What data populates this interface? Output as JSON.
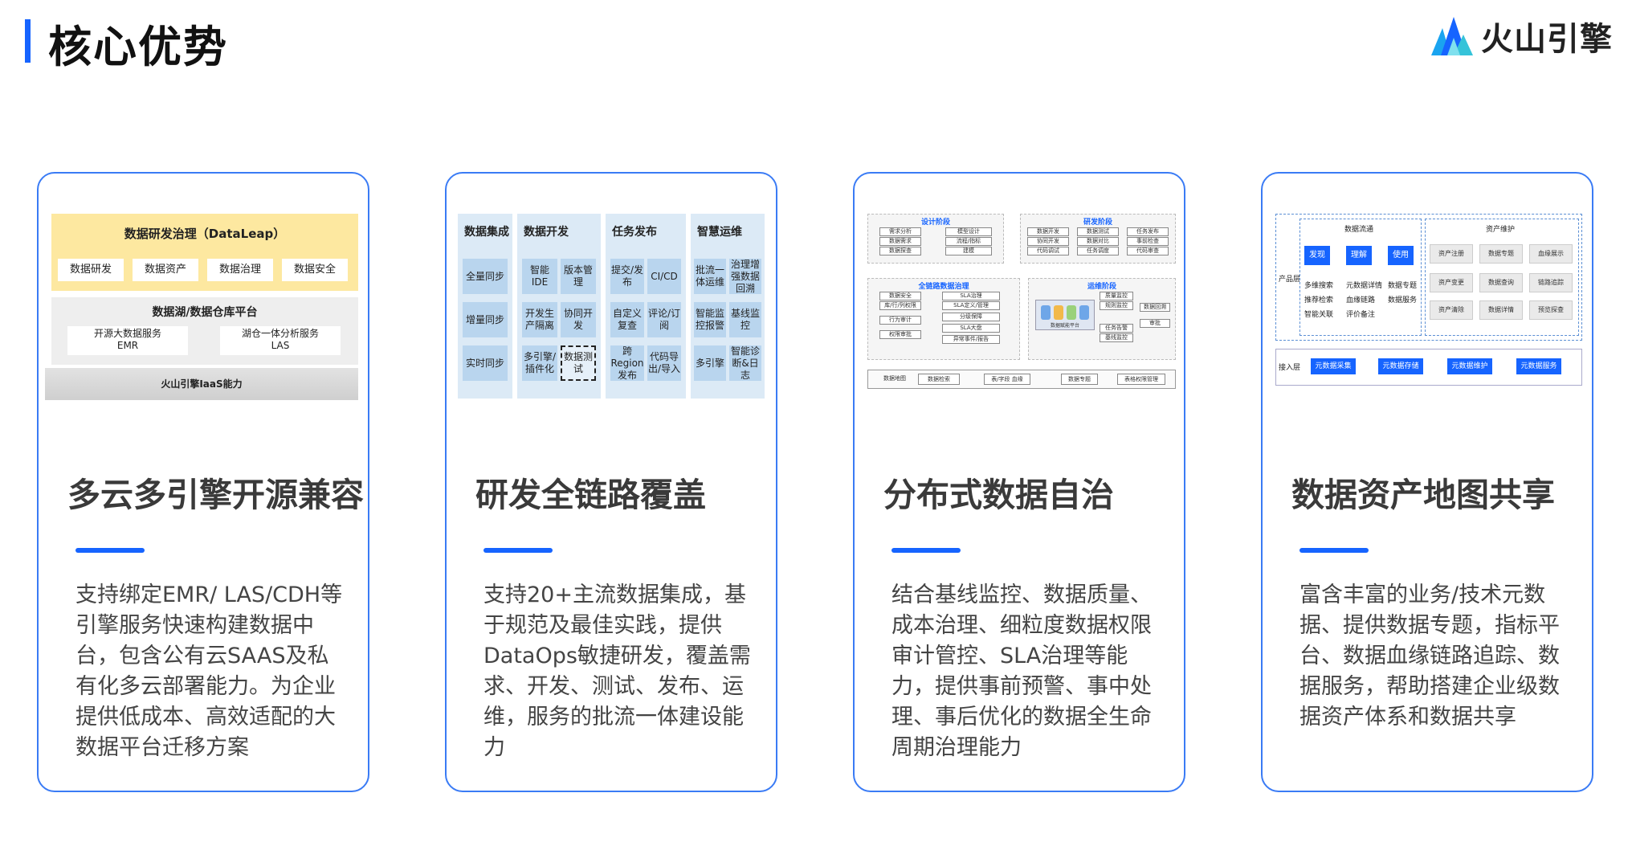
{
  "header": {
    "title": "核心优势",
    "logo_text": "火山引擎"
  },
  "cards": [
    {
      "title": "多云多引擎开源兼容",
      "desc": "支持绑定EMR/ LAS/CDH等引擎服务快速构建数据中台，包含公有云SAAS及私有化多云部署能力。为企业提供低成本、高效适配的大数据平台迁移方案",
      "diagram": {
        "top_title": "数据研发治理（DataLeap）",
        "top_buttons": [
          "数据研发",
          "数据资产",
          "数据治理",
          "数据安全"
        ],
        "mid_title": "数据湖/数据仓库平台",
        "mid_box1": "开源大数据服务",
        "mid_box1_sub": "EMR",
        "mid_box2": "湖仓一体分析服务",
        "mid_box2_sub": "LAS",
        "bottom": "火山引擎IaaS能力"
      }
    },
    {
      "title": "研发全链路覆盖",
      "desc": "支持20+主流数据集成，基于规范及最佳实践，提供DataOps敏捷研发，覆盖需求、开发、测试、发布、运维，服务的批流一体建设能力",
      "diagram": {
        "col1": {
          "head": "数据集成",
          "cells": [
            "全量同步",
            "增量同步",
            "实时同步"
          ]
        },
        "col2": {
          "head": "数据开发",
          "cells": [
            "智能IDE",
            "版本管理",
            "开发生产隔离",
            "协同开发",
            "多引擎/插件化",
            "数据测试"
          ]
        },
        "col3": {
          "head": "任务发布",
          "cells": [
            "提交/发布",
            "CI/CD",
            "自定义复查",
            "评论/订阅",
            "跨Region发布",
            "代码导出/导入"
          ]
        },
        "col4": {
          "head": "智慧运维",
          "cells": [
            "批流一体运维",
            "治理增强数据回溯",
            "智能监控报警",
            "基线监控",
            "多引擎",
            "智能诊断&日志"
          ]
        }
      }
    },
    {
      "title": "分布式数据自治",
      "desc": "结合基线监控、数据质量、成本治理、细粒度数据权限审计管控、SLA治理等能力，提供事前预警、事中处理、事后优化的数据全生命周期治理能力",
      "diagram": {
        "design": "设计阶段",
        "dev": "研发阶段",
        "gov": "全链路数据治理",
        "ops": "运维阶段",
        "design_items": [
          "需求分析",
          "数据需求",
          "数据探查",
          "模型设计",
          "流程/指标",
          "建模"
        ],
        "dev_items": [
          "数据开发",
          "协同开发",
          "代码调试",
          "数据测试",
          "数据对比",
          "任务调度",
          "任务发布",
          "事前检查",
          "代码审查"
        ],
        "gov_items": [
          "数据安全",
          "库/行/列权限",
          "行为审计",
          "权限审批",
          "SLA治理",
          "SLA定义/管理",
          "分级保障",
          "SLA大盘",
          "异常事件/报告"
        ],
        "ops_items": [
          "质量监控",
          "规则监控",
          "数据回溯",
          "任务告警",
          "基线监控",
          "审批"
        ],
        "platform_label": "数据赋能平台",
        "bottom": [
          "数据地图",
          "数据检索",
          "表/字段 血缘",
          "数据专题",
          "表格权限管理"
        ]
      }
    },
    {
      "title": "数据资产地图共享",
      "desc": "富含丰富的业务/技术元数据、提供数据专题，指标平台、数据血缘链路追踪、数据服务，帮助搭建企业级数据资产体系和数据共享",
      "diagram": {
        "product_label": "产品层",
        "flow_title": "数据流通",
        "flow_steps": [
          "发现",
          "理解",
          "使用"
        ],
        "flow_points": [
          "多维搜索",
          "推荐检索",
          "智能关联",
          "元数据详情",
          "血缘链路",
          "评价备注",
          "数据专题",
          "数据服务"
        ],
        "asset_title": "资产维护",
        "asset_cells": [
          "资产注册",
          "数据专题",
          "血缘展示",
          "资产变更",
          "数据查询",
          "链路追踪",
          "资产清除",
          "数据详情",
          "预览探查"
        ],
        "access_label": "接入层",
        "access_items": [
          "元数据采集",
          "元数据存储",
          "元数据维护",
          "元数据服务"
        ]
      }
    }
  ],
  "colors": {
    "accent": "#1664ff",
    "card_border": "#3a7bf5",
    "yellow": "#fde8a0",
    "lightblue": "#dceaf6"
  }
}
